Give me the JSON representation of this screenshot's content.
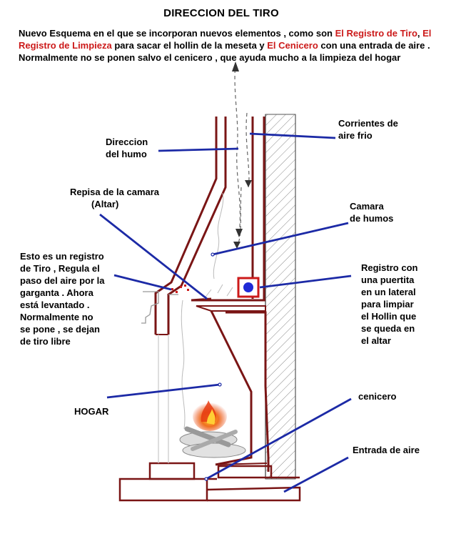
{
  "title": "DIRECCION DEL TIRO",
  "intro": {
    "part1": "Nuevo Esquema  en el que se incorporan nuevos elementos , como son ",
    "red1": "El Registro de Tiro",
    "part2": ", ",
    "red2": "El Registro de Limpieza",
    "part3": " para sacar el hollin de la meseta y ",
    "red3": "El Cenicero",
    "part4": " con una entrada de aire . Normalmente no se ponen  salvo el cenicero , que ayuda mucho a la limpieza del hogar"
  },
  "labels": {
    "direccion_humo": [
      "Direccion",
      "del humo"
    ],
    "corrientes": [
      "Corrientes de",
      "aire frio"
    ],
    "repisa": [
      "Repisa de la camara",
      "(Altar)"
    ],
    "camara": [
      "Camara",
      "de humos"
    ],
    "registro_tiro": [
      "Esto es un registro",
      "de Tiro , Regula el",
      "paso del aire por la",
      "garganta . Ahora",
      "está levantado .",
      "Normalmente no",
      "se pone , se dejan",
      "de tiro libre"
    ],
    "registro_limpieza": [
      "Registro con",
      "una puertita",
      "en un lateral",
      "para limpiar",
      "el Hollin  que",
      "se queda en",
      "el altar"
    ],
    "hogar": "HOGAR",
    "cenicero": "cenicero",
    "entrada": "Entrada de aire"
  },
  "colors": {
    "wall": "#7a1515",
    "pointer": "#1c2aa6",
    "highlight": "#cc1a1a",
    "register_fill": "#1f2ad6",
    "hatch": "#777777",
    "fire": "#e8461a"
  }
}
